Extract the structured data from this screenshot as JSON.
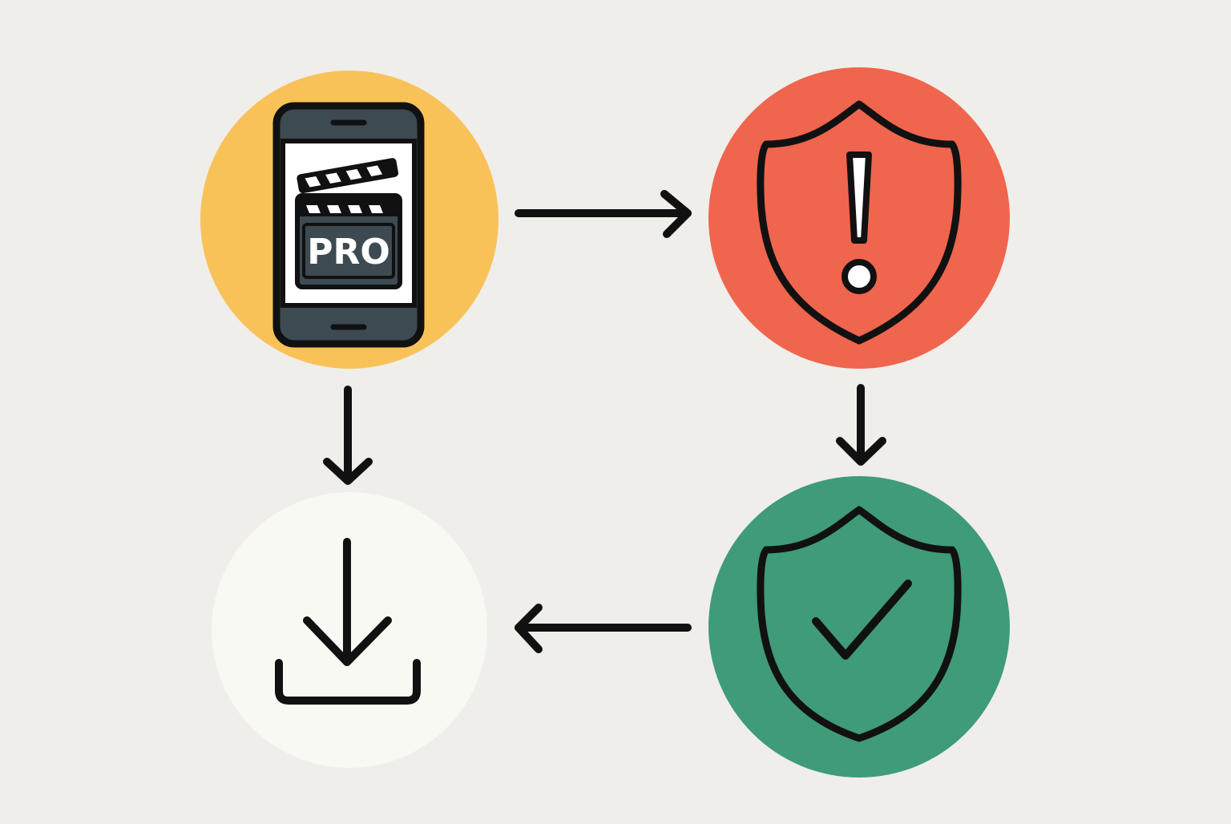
{
  "diagram": {
    "background_color": "#efeeea",
    "stroke_color": "#111111",
    "nodes": [
      {
        "id": "pro-app",
        "icon": "smartphone-clapperboard-icon",
        "label": "PRO",
        "fill": "#f9c259"
      },
      {
        "id": "warning",
        "icon": "shield-exclamation-icon",
        "fill": "#f0654d"
      },
      {
        "id": "verified",
        "icon": "shield-checkmark-icon",
        "fill": "#3f9b78"
      },
      {
        "id": "download",
        "icon": "download-icon",
        "fill": "#f9f9f4"
      }
    ],
    "edges": [
      {
        "from": "pro-app",
        "to": "warning"
      },
      {
        "from": "warning",
        "to": "verified"
      },
      {
        "from": "verified",
        "to": "download"
      },
      {
        "from": "pro-app",
        "to": "download"
      }
    ]
  }
}
